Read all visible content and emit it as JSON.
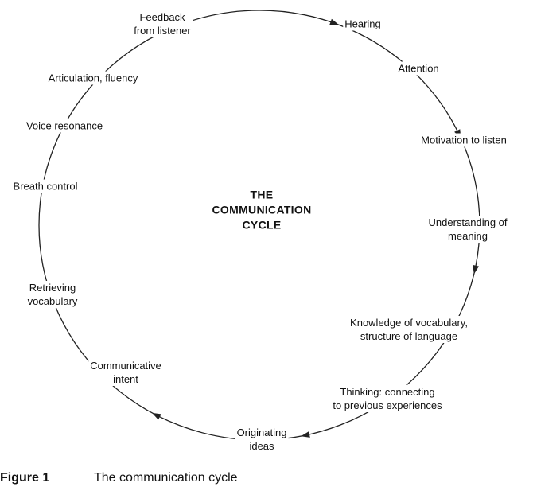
{
  "diagram": {
    "center_title": [
      "THE",
      "COMMUNICATION",
      "CYCLE"
    ],
    "nodes": [
      [
        "Hearing"
      ],
      [
        "Attention"
      ],
      [
        "Motivation to listen"
      ],
      [
        "Understanding of",
        "meaning"
      ],
      [
        "Knowledge of vocabulary,",
        "structure of language"
      ],
      [
        "Thinking: connecting",
        "to previous experiences"
      ],
      [
        "Originating",
        "ideas"
      ],
      [
        "Communicative",
        "intent"
      ],
      [
        "Retrieving",
        "vocabulary"
      ],
      [
        "Breath control"
      ],
      [
        "Voice resonance"
      ],
      [
        "Articulation, fluency"
      ],
      [
        "Feedback",
        "from listener"
      ]
    ],
    "direction": "clockwise"
  },
  "caption": {
    "number": "Figure 1",
    "text": "The communication cycle"
  }
}
